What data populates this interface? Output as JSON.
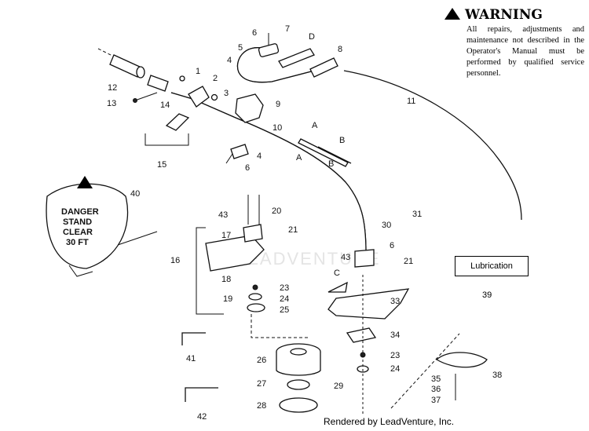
{
  "warning": {
    "title": "WARNING",
    "text": "All repairs, adjustments and maintenance not described in the Operator's Manual must be performed by qualified service personnel."
  },
  "lubrication": {
    "label": "Lubrication",
    "ref": "39"
  },
  "danger_label": [
    "DANGER",
    "STAND",
    "CLEAR",
    "30 FT"
  ],
  "credit": "Rendered by LeadVenture, Inc.",
  "watermark": "LEADVENTURE",
  "callouts": [
    "1",
    "2",
    "3",
    "4",
    "4",
    "5",
    "6",
    "6",
    "6",
    "7",
    "8",
    "9",
    "10",
    "11",
    "12",
    "13",
    "14",
    "15",
    "16",
    "17",
    "18",
    "19",
    "20",
    "21",
    "21",
    "23",
    "23",
    "24",
    "24",
    "25",
    "26",
    "27",
    "28",
    "29",
    "30",
    "31",
    "33",
    "34",
    "35",
    "36",
    "37",
    "38",
    "40",
    "41",
    "42",
    "43",
    "43",
    "A",
    "A",
    "B",
    "B",
    "C",
    "D"
  ]
}
